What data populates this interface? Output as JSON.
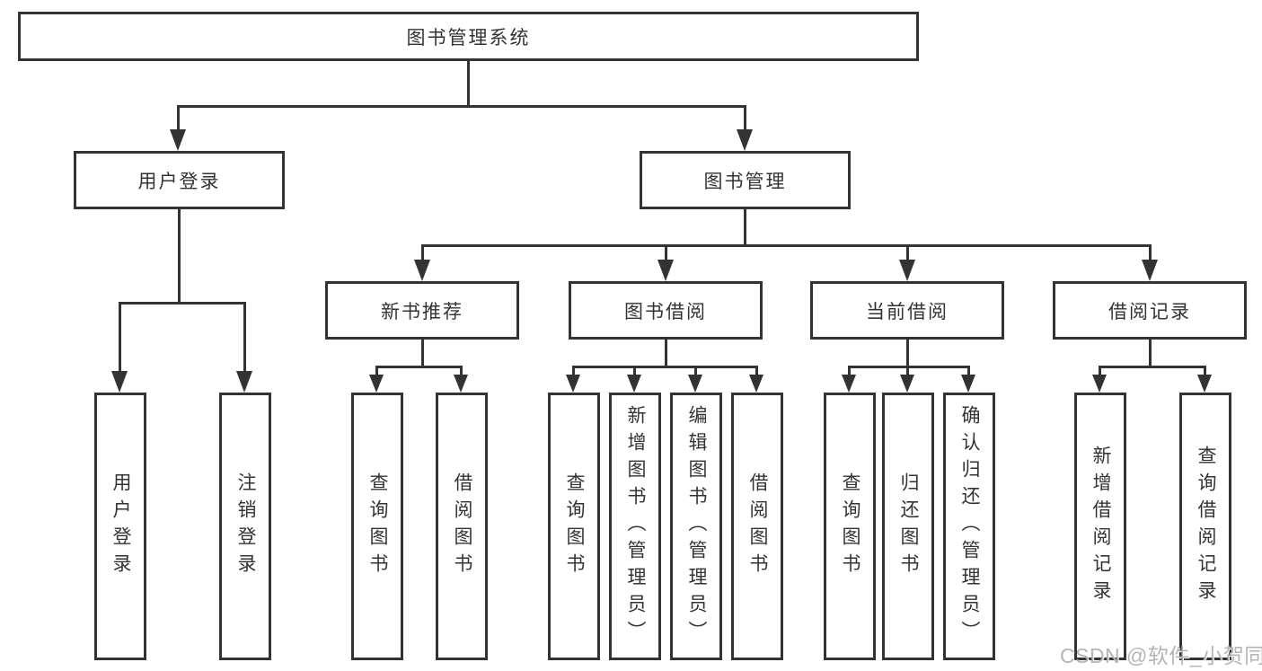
{
  "tree": {
    "root": "图书管理系统",
    "children": [
      {
        "label": "用户登录",
        "children": [
          {
            "label": "用户登录"
          },
          {
            "label": "注销登录"
          }
        ]
      },
      {
        "label": "图书管理",
        "children": [
          {
            "label": "新书推荐",
            "children": [
              {
                "label": "查询图书"
              },
              {
                "label": "借阅图书"
              }
            ]
          },
          {
            "label": "图书借阅",
            "children": [
              {
                "label": "查询图书"
              },
              {
                "label": "新增图书（管理员）"
              },
              {
                "label": "编辑图书（管理员）"
              },
              {
                "label": "借阅图书"
              }
            ]
          },
          {
            "label": "当前借阅",
            "children": [
              {
                "label": "查询图书"
              },
              {
                "label": "归还图书"
              },
              {
                "label": "确认归还（管理员）"
              }
            ]
          },
          {
            "label": "借阅记录",
            "children": [
              {
                "label": "新增借阅记录"
              },
              {
                "label": "查询借阅记录"
              }
            ]
          }
        ]
      }
    ]
  },
  "watermark": {
    "text": "CSDN @软件_小贺同学"
  },
  "colors": {
    "line": "#333333",
    "box_border": "#333333",
    "box_fill": "#ffffff",
    "text": "#333333",
    "watermark": "#a3a3a3"
  }
}
